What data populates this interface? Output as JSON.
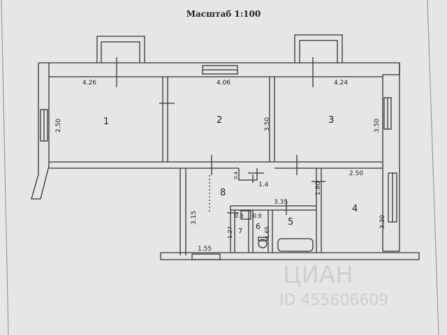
{
  "title": "Масштаб 1:100",
  "rooms": [
    {
      "id": "room-1",
      "label": "1"
    },
    {
      "id": "room-2",
      "label": "2"
    },
    {
      "id": "room-3",
      "label": "3"
    },
    {
      "id": "room-4",
      "label": "4"
    },
    {
      "id": "room-5",
      "label": "5"
    },
    {
      "id": "room-6",
      "label": "6"
    },
    {
      "id": "room-7",
      "label": "7"
    },
    {
      "id": "room-8",
      "label": "8"
    }
  ],
  "dimensions": {
    "r1_width": "4.26",
    "r2_width": "4.06",
    "r3_width": "4.24",
    "left_height": "2.50",
    "r2_height": "3.50",
    "r3_height": "3.50",
    "r4_width": "2.50",
    "r4_height": "3.30",
    "hall_width": "3.35",
    "hall_height": "3.15",
    "bottom_width": "1.55",
    "niche": "0.4",
    "niche_width": "1.4",
    "bath_height": "1.80",
    "small_a": "0.9",
    "small_b": "0.9",
    "wc_height": "1.27",
    "bath_small": "1.65"
  },
  "watermark": "ЦИАН\nID 455606609"
}
